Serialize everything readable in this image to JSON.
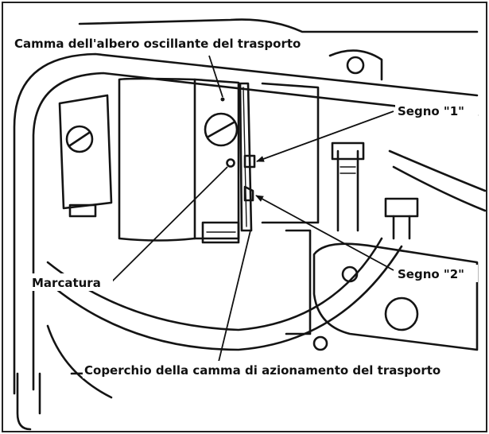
{
  "labels": {
    "feed_rock_shaft_cam": "Camma dell'albero oscillante del trasporto",
    "mark_1": "Segno \"1\"",
    "mark_2": "Segno \"2\"",
    "marking": "Marcatura",
    "feed_drive_cam_cover": "Coperchio della camma di azionamento del trasporto"
  },
  "colors": {
    "ink": "#141414",
    "paper": "#ffffff",
    "frame": "#222222"
  }
}
